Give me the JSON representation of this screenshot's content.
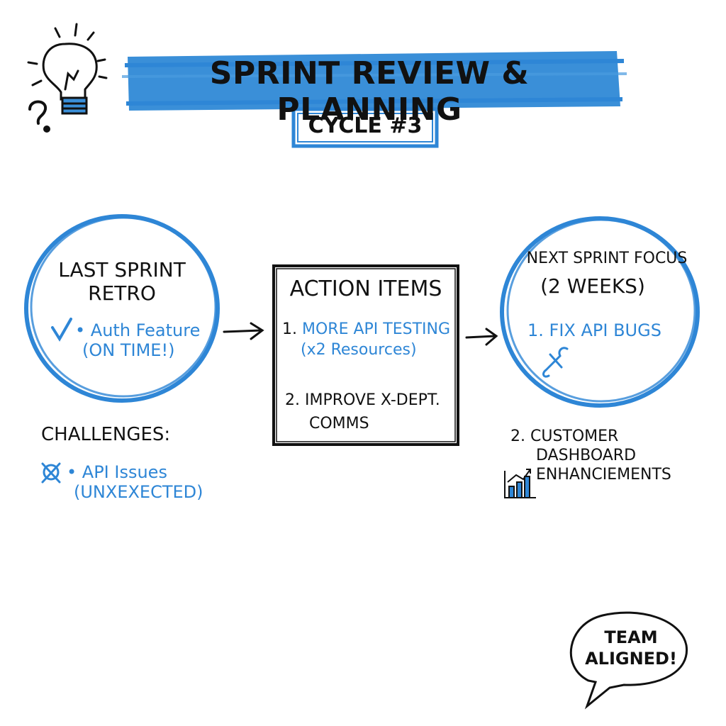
{
  "header": {
    "title": "SPRINT REVIEW & PLANNING",
    "cycle": "CYCLE #3"
  },
  "retro": {
    "title_line1": "LAST SPRINT",
    "title_line2": "RETRO",
    "win_line1": "• Auth Feature",
    "win_line2": "(ON TIME!)"
  },
  "challenges": {
    "heading": "CHALLENGES:",
    "item_line1": "• API Issues",
    "item_line2": "(UNXEXECTED)"
  },
  "actions": {
    "title": "ACTION ITEMS",
    "item1_num": "1.",
    "item1_line1": "MORE API TESTING",
    "item1_line2": "(x2 Resources)",
    "item2_line1": "2. IMPROVE X-DEPT.",
    "item2_line2": "COMMS"
  },
  "next": {
    "title_line1": "NEXT SPRINT FOCUS",
    "title_line2": "(2 WEEKS)",
    "item1": "1. FIX API BUGS",
    "item2_line1": "2. CUSTOMER",
    "item2_line2": "DASHBOARD",
    "item2_line3": "ENHANCIEMENTS"
  },
  "bubble": {
    "line1": "TEAM",
    "line2": "ALIGNED!"
  },
  "colors": {
    "accent": "#2e86d6",
    "ink": "#111111"
  },
  "icons": [
    "lightbulb-icon",
    "question-mark-icon",
    "checkmark-icon",
    "x-mark-icon",
    "arrow-icon",
    "wrench-icon",
    "bar-chart-icon",
    "speech-bubble-icon"
  ]
}
